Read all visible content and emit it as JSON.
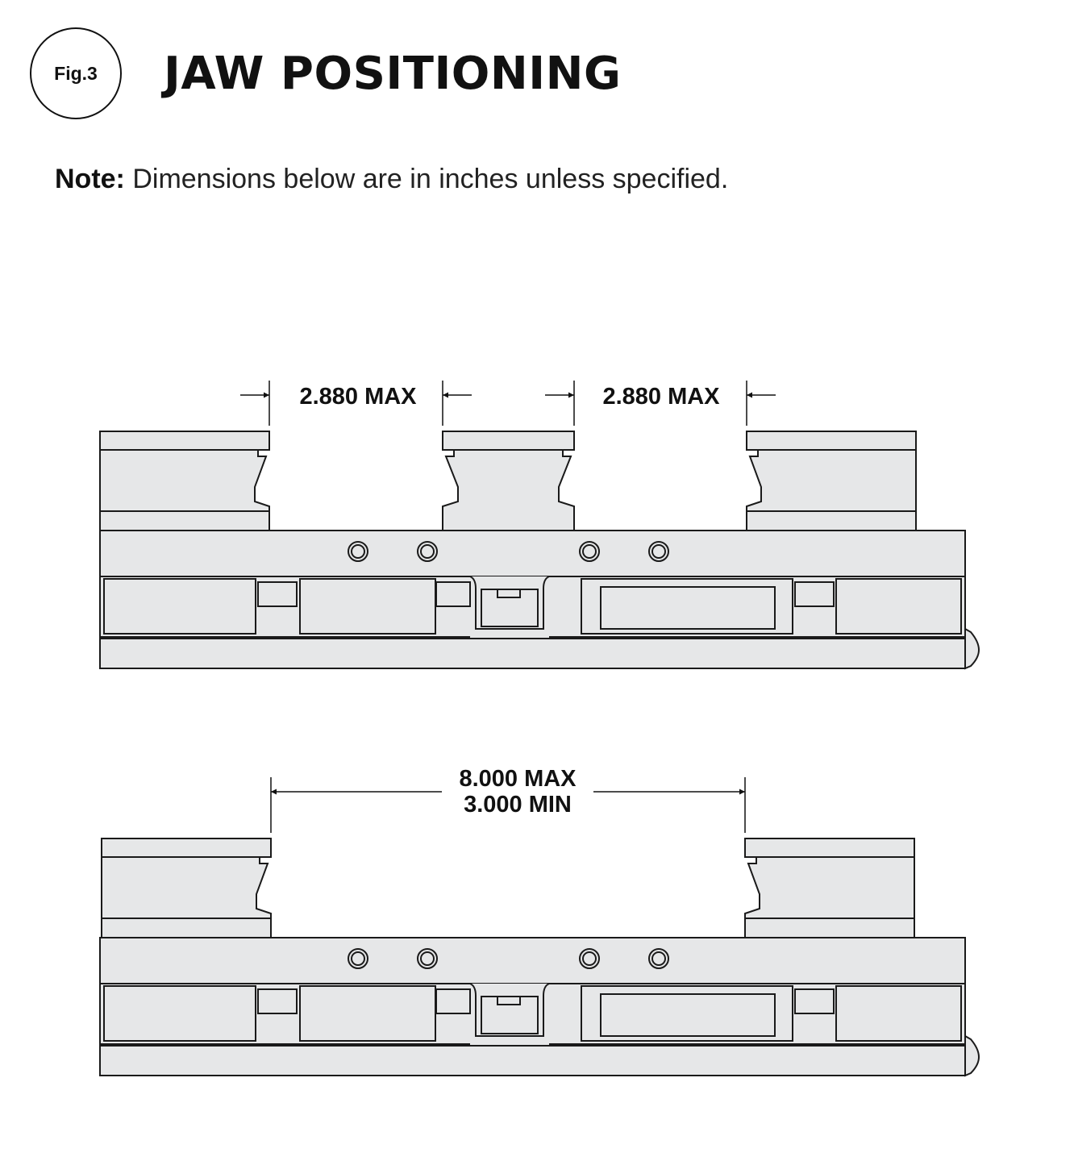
{
  "figure": {
    "badge": "Fig.3",
    "title": "JAW POSITIONING"
  },
  "note": {
    "label": "Note:",
    "text": "Dimensions below are in inches unless specified."
  },
  "views": {
    "top": {
      "dim_left": "2.880 MAX",
      "dim_right": "2.880 MAX"
    },
    "bottom": {
      "dim_max": "8.000 MAX",
      "dim_min": "3.000 MIN"
    }
  },
  "colors": {
    "fill": "#e6e7e8",
    "line": "#1a1a1a",
    "background": "#ffffff"
  }
}
